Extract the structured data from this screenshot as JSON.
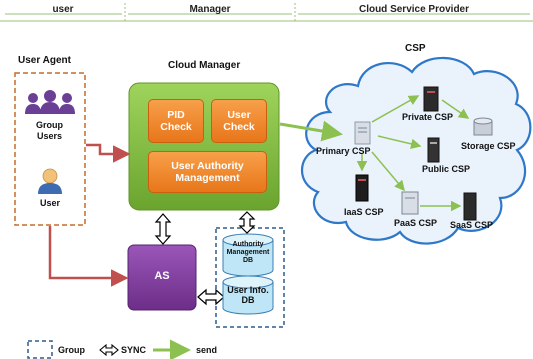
{
  "headers": {
    "user": "user",
    "manager": "Manager",
    "csp_provider": "Cloud Service Provider"
  },
  "user_agent": {
    "title": "User Agent",
    "group_users": [
      "Group",
      "Users"
    ],
    "user": "User"
  },
  "cloud_manager": {
    "title": "Cloud Manager",
    "pid_check": [
      "PID",
      "Check"
    ],
    "user_check": [
      "User",
      "Check"
    ],
    "uam": [
      "User Authority",
      "Management"
    ]
  },
  "as": {
    "label": "AS"
  },
  "db": {
    "authority": [
      "Authority",
      "Management",
      "DB"
    ],
    "userinfo": [
      "User Info.",
      "DB"
    ]
  },
  "csp": {
    "title": "CSP",
    "primary": "Primary CSP",
    "private": "Private CSP",
    "storage": "Storage CSP",
    "public": "Public CSP",
    "iaas": "IaaS CSP",
    "paas": "PaaS CSP",
    "saas": "SaaS CSP"
  },
  "legend": {
    "group": "Group",
    "sync": "SYNC",
    "send": "send"
  },
  "colors": {
    "green_box": "#7fb93b",
    "orange_box": "#ee8429",
    "as_box": "#7d3c9a",
    "cloud_fill": "#eaf2fb",
    "cloud_border": "#2f78c8",
    "red_arrow": "#c0504d",
    "green_arrow": "#8cc152"
  }
}
